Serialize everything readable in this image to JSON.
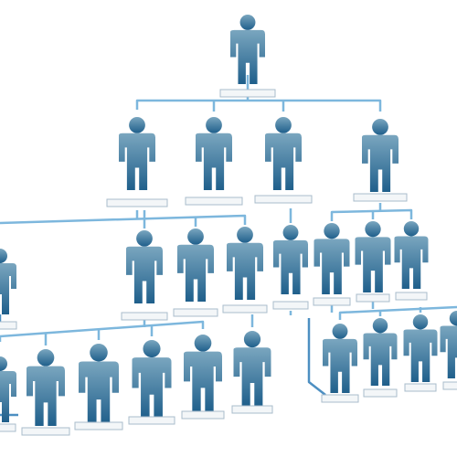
{
  "diagram": {
    "type": "org-chart",
    "levels": 5,
    "node_icon": "person-icon",
    "name_boxes": "blank",
    "colors": {
      "figure_light": "#7aa6bf",
      "figure_dark": "#1f5f8b",
      "connector": "#7db7dd",
      "connector_dark": "#4d8fc2",
      "label_box_fill": "#f3f6f8",
      "label_box_stroke": "#a9bccb"
    }
  }
}
